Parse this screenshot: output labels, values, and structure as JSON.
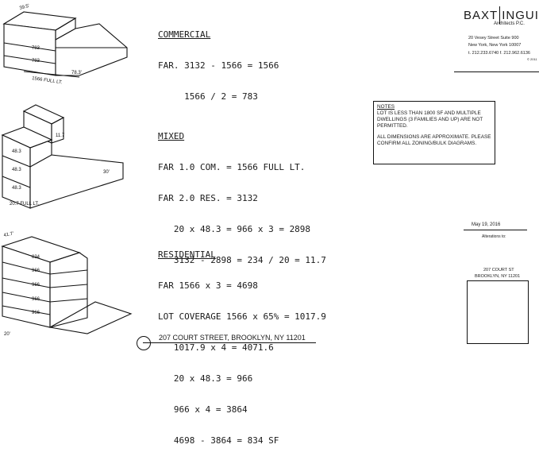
{
  "commercial": {
    "heading": "COMMERCIAL",
    "lines": [
      "FAR. 3132 - 1566 = 1566",
      "     1566 / 2 = 783"
    ],
    "dims": {
      "top": "39.5'",
      "bottom": "78.3'",
      "floor1": "1566 FULL LT.",
      "floor2": "783",
      "floor3": "783"
    }
  },
  "mixed": {
    "heading": "MIXED",
    "lines": [
      "FAR 1.0 COM. = 1566 FULL LT.",
      "FAR 2.0 RES. = 3132",
      "   20 x 48.3 = 966 x 3 = 2898",
      "   3132 - 2898 = 234 / 20 = 11.7"
    ],
    "dims": {
      "side": "30'",
      "f1": "20.7 FULL LT.",
      "f2": "48.3",
      "f3": "48.3",
      "f4": "48.3",
      "top": "11.7"
    }
  },
  "residential": {
    "heading": "RESIDENTIAL",
    "lines": [
      "FAR 1566 x 3 = 4698",
      "LOT COVERAGE 1566 x 65% = 1017.9",
      "   1017.9 x 4 = 4071.6",
      "   20 x 48.3 = 966",
      "   966 x 4 = 3864",
      "   4698 - 3864 = 834 SF"
    ],
    "dims": {
      "top": "41.7'",
      "bottom": "20'",
      "f1": "966",
      "f2": "966",
      "f3": "966",
      "f4": "966",
      "f5": "834"
    }
  },
  "notes": {
    "title": "NOTES",
    "p1": "LOT IS LESS THAN 1800 SF AND MULTIPLE DWELLINGS (3 FAMILIES AND UP) ARE NOT PERMITTED.",
    "p2": "ALL DIMENSIONS ARE APPROXIMATE. PLEASE CONFIRM ALL ZONING/BULK DIAGRAMS."
  },
  "titleblock": {
    "firm_a": "BAXT",
    "firm_b": "INGUI",
    "subtitle": "Architects P.C.",
    "addr1": "20 Vesey Street Suite 900",
    "addr2": "New York, New York 10007",
    "phone": "t. 212.233.6740  f. 212.962.6136",
    "copy": "© 2011",
    "date": "May 19, 2016",
    "alterations": "Alterations to:",
    "proj1": "207 COURT ST",
    "proj2": "BROOKLYN, NY 11201"
  },
  "footer": {
    "address": "207 COURT STREET, BROOKLYN, NY 11201"
  }
}
